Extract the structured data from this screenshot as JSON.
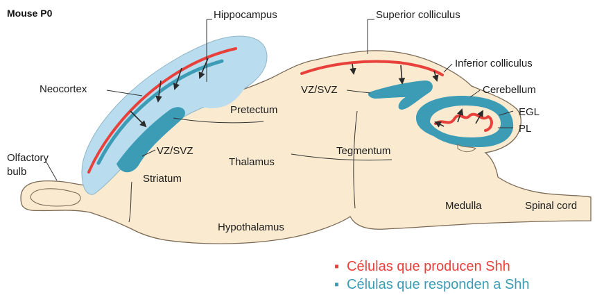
{
  "title": "Mouse P0",
  "colors": {
    "tissue": "#f9ead0",
    "tissue_edge": "#7a6a55",
    "shh_producing": "#e8403a",
    "shh_responding": "#3c9bb5",
    "cortex_light": "#b9dcee"
  },
  "labels": {
    "hippocampus": "Hippocampus",
    "superior_colliculus": "Superior colliculus",
    "inferior_colliculus": "Inferior colliculus",
    "neocortex": "Neocortex",
    "vz_svz_mid": "VZ/SVZ",
    "pretectum": "Pretectum",
    "cerebellum": "Cerebellum",
    "egl": "EGL",
    "pl": "PL",
    "olfactory_line1": "Olfactory",
    "olfactory_line2": "bulb",
    "vz_svz_fore": "VZ/SVZ",
    "striatum": "Striatum",
    "thalamus": "Thalamus",
    "tegmentum": "Tegmentum",
    "medulla": "Medulla",
    "spinal_cord": "Spinal cord",
    "hypothalamus": "Hypothalamus"
  },
  "legend": [
    {
      "marker": "▪",
      "text": "Células que producen Shh",
      "color": "#e8403a"
    },
    {
      "marker": "▪",
      "text": "Células que responden a Shh",
      "color": "#3c9bb5"
    }
  ]
}
